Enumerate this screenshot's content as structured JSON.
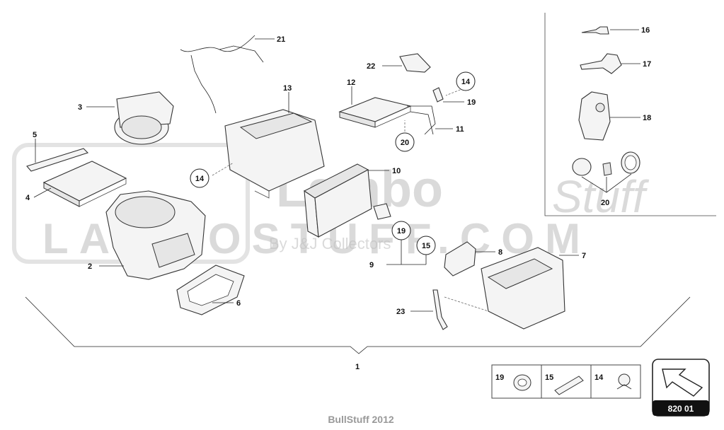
{
  "callouts": {
    "c1": "1",
    "c2": "2",
    "c3": "3",
    "c4": "4",
    "c5": "5",
    "c6": "6",
    "c7": "7",
    "c8": "8",
    "c9": "9",
    "c10": "10",
    "c11": "11",
    "c12": "12",
    "c13": "13",
    "c14a": "14",
    "c14b": "14",
    "c15": "15",
    "c16": "16",
    "c17": "17",
    "c18": "18",
    "c19a": "19",
    "c19b": "19",
    "c20a": "20",
    "c20b": "20",
    "c21": "21",
    "c22": "22",
    "c23": "23"
  },
  "legend": {
    "item19": "19",
    "item15": "15",
    "item14": "14"
  },
  "watermark": {
    "line1": "Lambo",
    "line1b": "Stuff",
    "line2": "LAMBOSTUFF.COM",
    "line3": "By J&J Collectors"
  },
  "reference": "820 01",
  "footer": "BullStuff 2012"
}
